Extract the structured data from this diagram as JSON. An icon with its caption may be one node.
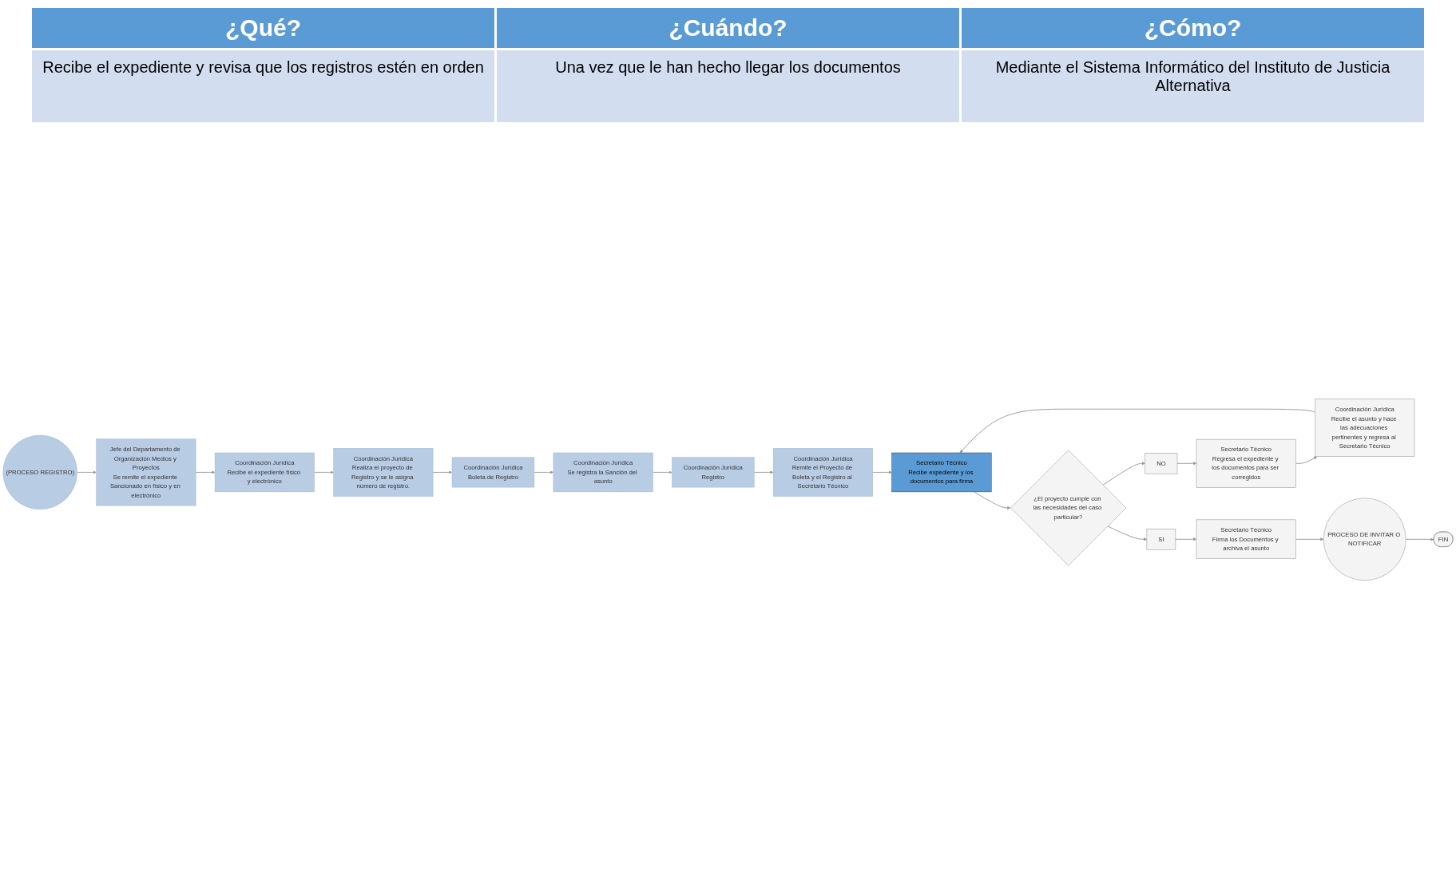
{
  "diagram": {
    "nodes": [
      {
        "text": [
          "(PROCESO REGISTRO)"
        ]
      },
      {
        "text": [
          "Jefe del Departamento de Organización Medios y Proyectos",
          "Se remite el expediente Sancionado en físico y en electrónico"
        ]
      },
      {
        "text": [
          "Coordinación Jurídica",
          "Recibe el expediente físico y electrónico"
        ]
      },
      {
        "text": [
          "Coordinación Jurídica",
          "Realiza el proyecto de Registro y se le asigna número de registro."
        ]
      },
      {
        "text": [
          "Coordinación Jurídica",
          "Boleta de Registro"
        ]
      },
      {
        "text": [
          "Coordinación Jurídica",
          "Se registra la Sanción del asunto"
        ]
      },
      {
        "text": [
          "Coordinación Jurídica",
          "Registro"
        ]
      },
      {
        "text": [
          "Coordinación Jurídica",
          "Remite el Proyecto de Boleta y el Registro al Secretario Técnico"
        ]
      },
      {
        "text": [
          "Secretario Técnico",
          "Recibe expediente y los documentos para firma"
        ]
      },
      {
        "text": [
          "¿El proyecto cumple con las necesidades del caso particular?"
        ]
      },
      {
        "text": [
          "NO"
        ]
      },
      {
        "text": [
          "Secretario Técnico",
          "Regresa el expediente y los documentos para ser corregidos"
        ]
      },
      {
        "text": [
          "Coordinación Jurídica",
          "Recibe el asunto y hace las adecuaciones pertinentes y regresa al Secretario Técnico"
        ]
      },
      {
        "text": [
          "SI"
        ]
      },
      {
        "text": [
          "Secretario Técnico",
          "Firma los Documentos y archiva el asunto"
        ]
      },
      {
        "text": [
          "PROCESO DE INVITAR O NOTIFICAR"
        ]
      },
      {
        "text": [
          "FIN"
        ]
      }
    ],
    "edges": [
      {
        "from": 0,
        "to": 1,
        "arrow": "to"
      },
      {
        "from": 1,
        "to": 2,
        "arrow": "to"
      },
      {
        "from": 2,
        "to": 3,
        "arrow": "to"
      },
      {
        "from": 3,
        "to": 4,
        "arrow": "to"
      },
      {
        "from": 4,
        "to": 5,
        "arrow": "to"
      },
      {
        "from": 5,
        "to": 6,
        "arrow": "to"
      },
      {
        "from": 6,
        "to": 7,
        "arrow": "to"
      },
      {
        "from": 7,
        "to": 8,
        "arrow": "to"
      },
      {
        "from": 8,
        "to": 9,
        "arrow": "to"
      },
      {
        "from": 9,
        "to": 10,
        "arrow": "to"
      },
      {
        "from": 10,
        "to": 11,
        "arrow": "to"
      },
      {
        "from": 11,
        "to": 12,
        "arrow": "to"
      },
      {
        "from": 12,
        "to": 8,
        "arrow": "to"
      },
      {
        "from": 9,
        "to": 13,
        "arrow": "to"
      },
      {
        "from": 13,
        "to": 14,
        "arrow": "to"
      },
      {
        "from": 14,
        "to": 15,
        "arrow": "to"
      },
      {
        "from": 15,
        "to": 16,
        "arrow": "to"
      }
    ],
    "labels": [
      "¿Qué?",
      "¿Cuándo?",
      "¿Cómo?",
      "Recibe el expediente y revisa que los registros estén en orden",
      "Una vez que le han hecho llegar los documentos",
      "Mediante el Sistema Informático del Instituto de Justicia Alternativa"
    ]
  }
}
